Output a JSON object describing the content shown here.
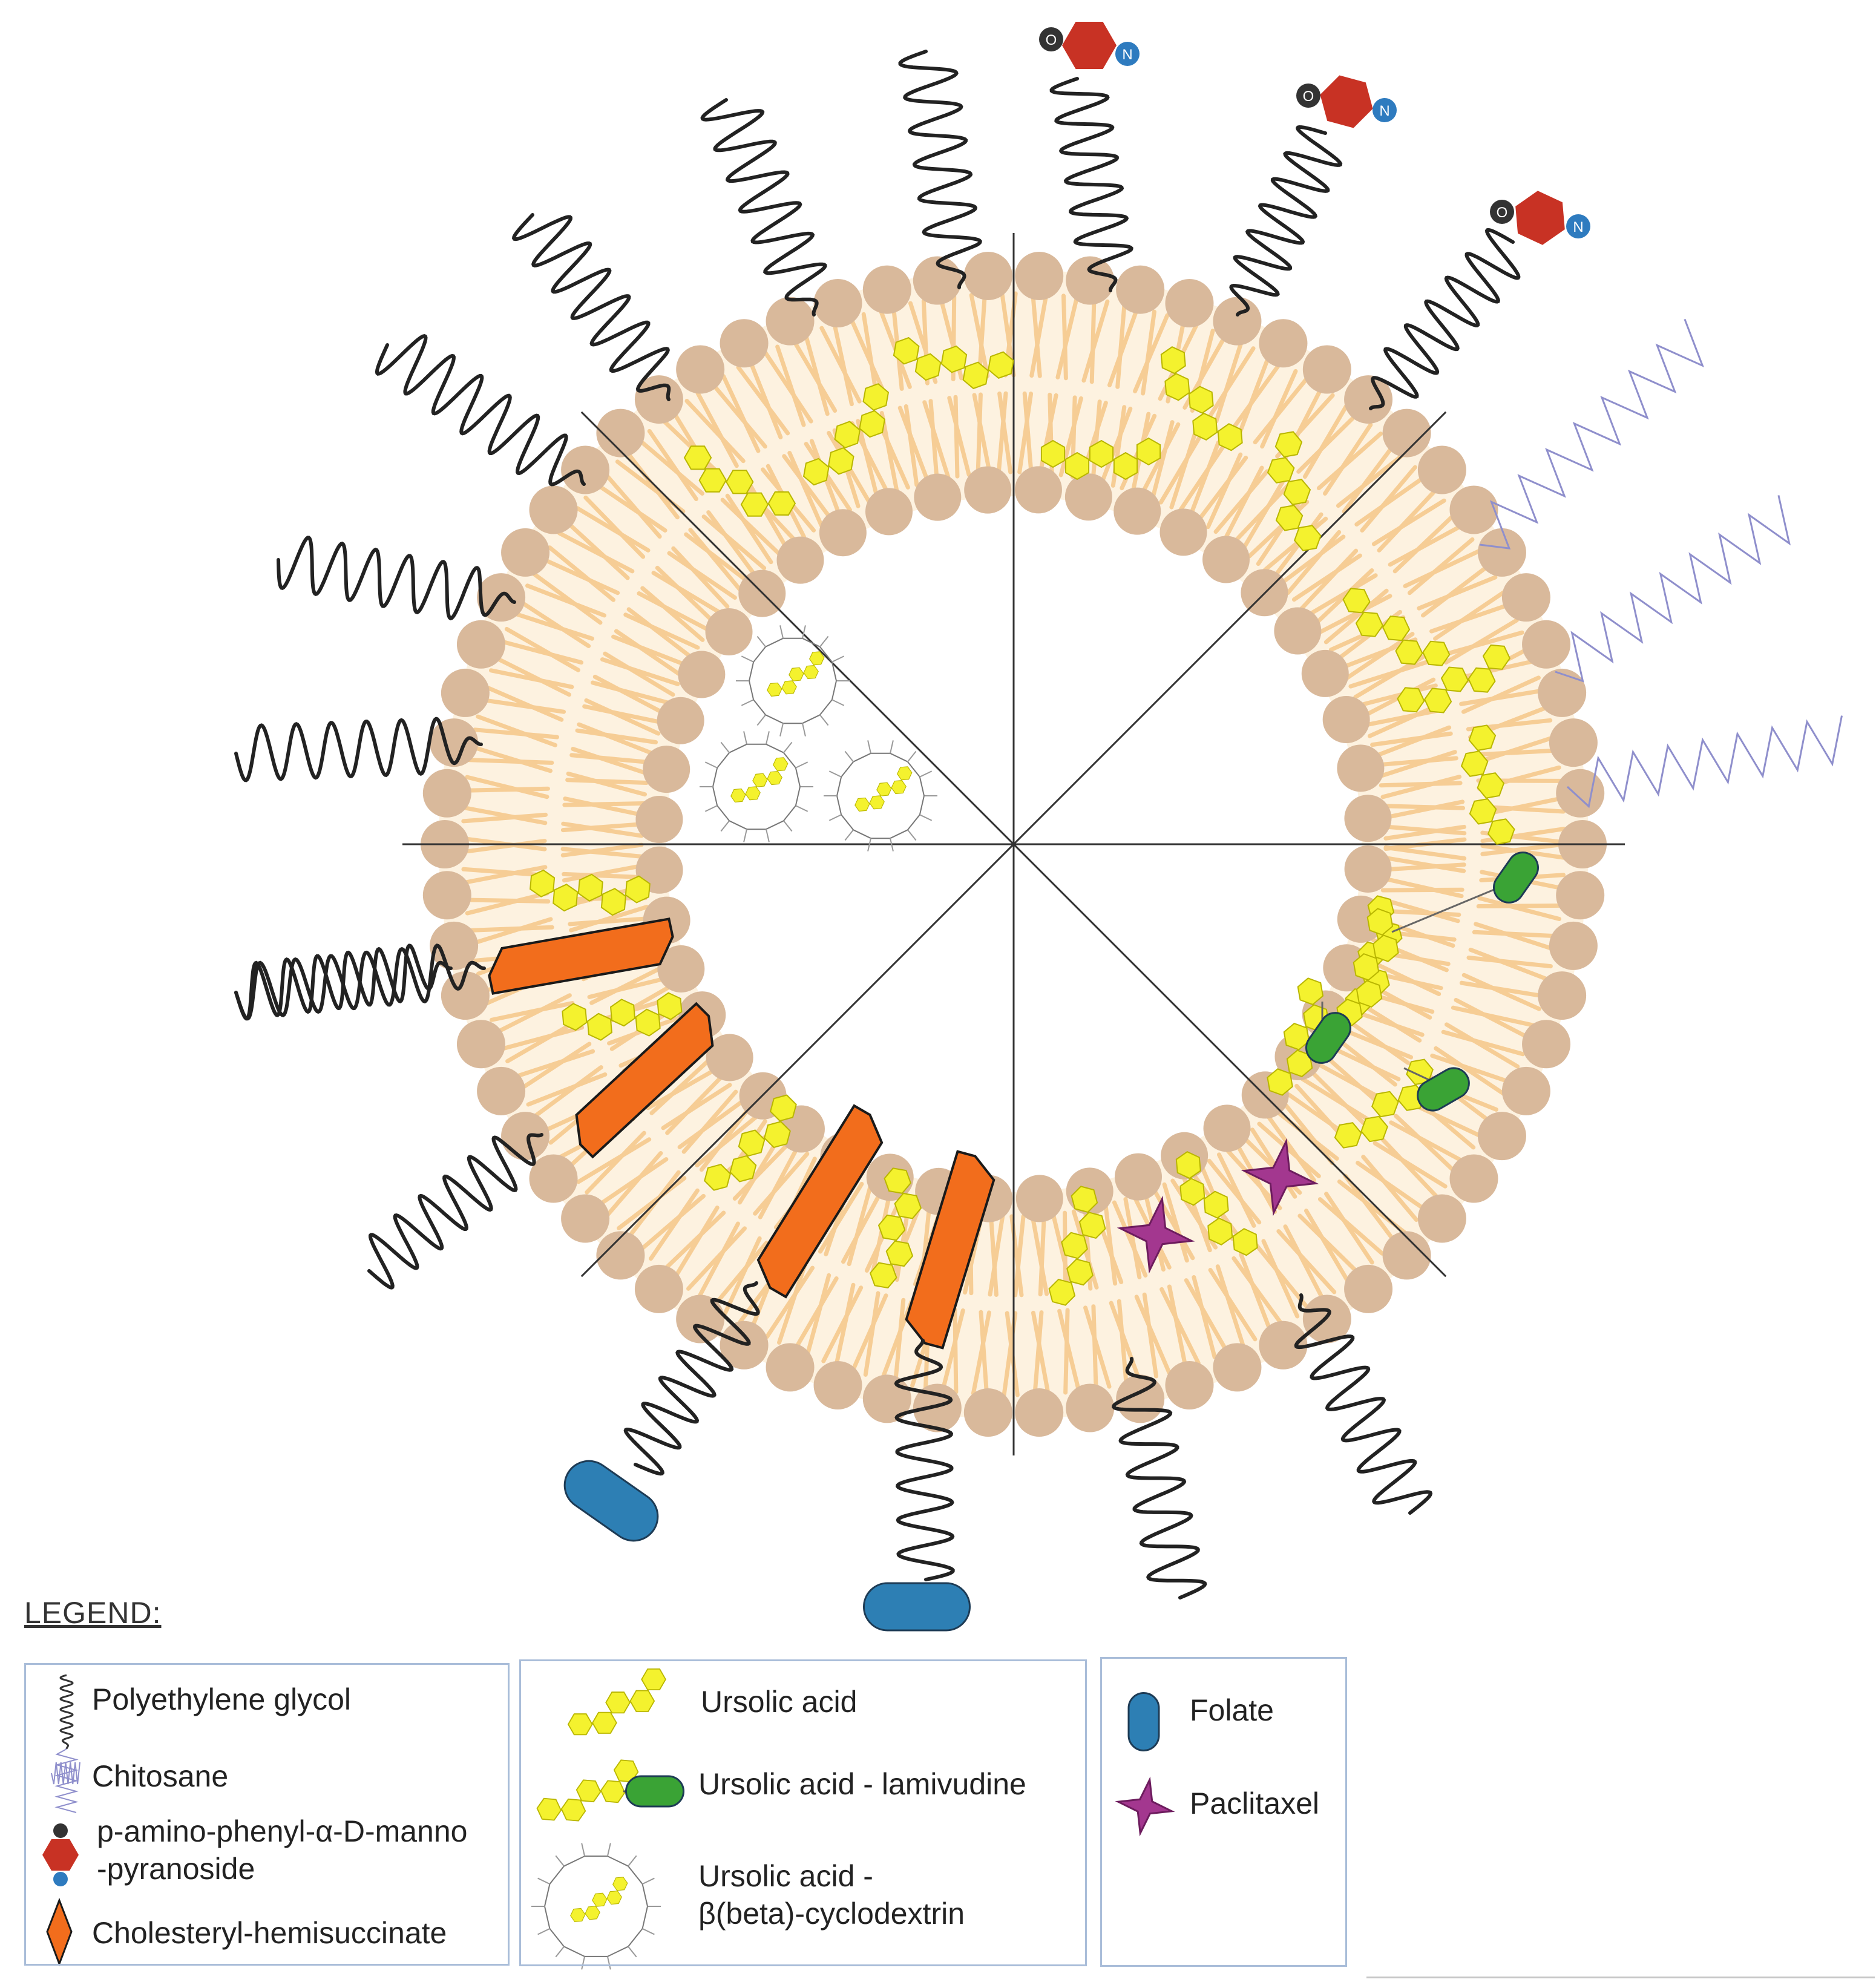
{
  "legend": {
    "title": "LEGEND:",
    "items": {
      "peg": "Polyethylene glycol",
      "chitosane": "Chitosane",
      "mannopyranoside_line1": "p-amino-phenyl-α-D-manno",
      "mannopyranoside_line2": "-pyranoside",
      "cholesteryl": "Cholesteryl-hemisuccinate",
      "ursolic": "Ursolic acid",
      "ursolic_lamivudine": "Ursolic acid - lamivudine",
      "ursolic_cd_line1": "Ursolic acid -",
      "ursolic_cd_line2": "β(beta)-cyclodextrin",
      "folate": "Folate",
      "paclitaxel": "Paclitaxel"
    }
  },
  "atom_labels": {
    "oxygen": "O",
    "nitrogen": "N"
  },
  "colors": {
    "lipid_head": "#d9b99b",
    "lipid_tail": "#f6cd95",
    "bilayer_fill": "#fdf2e0",
    "ursolic": "#f4f22e",
    "lamivudine": "#3aa335",
    "cholesteryl": "#f26d1c",
    "folate": "#2d7fb4",
    "paclitaxel": "#a3378f",
    "mannose": "#c83224",
    "chitosane": "#8f8fcc",
    "peg": "#222222"
  },
  "icons": [
    "peg-chain-icon",
    "chitosane-zigzag-icon",
    "mannose-hexagon-icon",
    "cholesteryl-diamond-icon",
    "ursolic-acid-icon",
    "lamivudine-capsule-icon",
    "cyclodextrin-cage-icon",
    "folate-capsule-icon",
    "paclitaxel-star-icon"
  ]
}
